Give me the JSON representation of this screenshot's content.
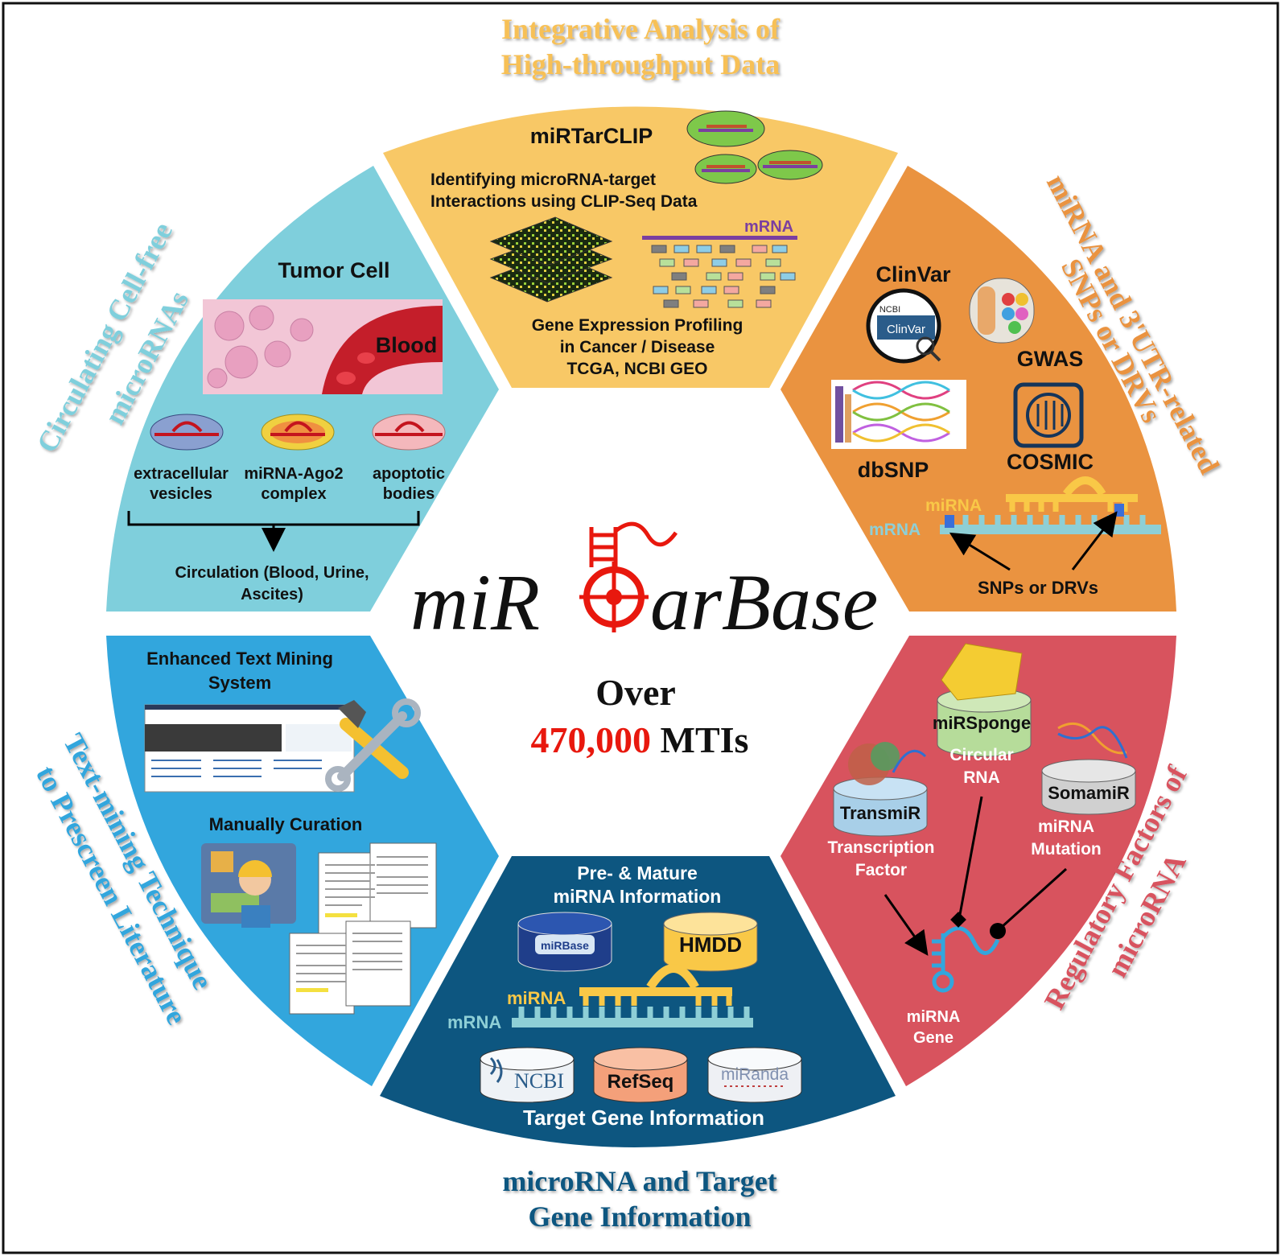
{
  "colors": {
    "top": "#f8c866",
    "topright": "#ea9340",
    "botright": "#d8535e",
    "bottom": "#0d5680",
    "botleft": "#32a6dd",
    "topleft": "#7fcfdc",
    "title_top": "#f7c056",
    "title_right": "#ea9340",
    "title_right_low": "#d8535e",
    "title_bottom": "#0d5680",
    "title_left_low": "#32a6dd",
    "title_left": "#7fcfdc",
    "highlight_red": "#e8180e",
    "mirna_yellow": "#f9c847",
    "mrna_blue": "#8ecfd6"
  },
  "center": {
    "logo": "miRTarBase",
    "logo_part1": "miR",
    "logo_part2": "arBase",
    "over": "Over",
    "count": "470,000",
    "mtis": "MTIs"
  },
  "outer_titles": {
    "top_line1": "Integrative Analysis of",
    "top_line2": "High-throughput Data",
    "right_line1": "miRNA and 3'UTR-related",
    "right_line2": "SNPs or DRVs",
    "right_low_line1": "Regulatory Factors of",
    "right_low_line2": "microRNA",
    "bottom_line1": "microRNA and Target",
    "bottom_line2": "Gene Information",
    "left_low_line1": "Text-mining Technique",
    "left_low_line2": "to Prescreen Literature",
    "left_line1": "Circulating Cell-free",
    "left_line2": "microRNAs"
  },
  "top_segment": {
    "title": "miRTarCLIP",
    "sub1": "Identifying microRNA-target",
    "sub2": "Interactions using CLIP-Seq Data",
    "mrna": "mRNA",
    "gep1": "Gene Expression Profiling",
    "gep2": "in Cancer / Disease",
    "gep3": "TCGA, NCBI GEO"
  },
  "topright_segment": {
    "clinvar": "ClinVar",
    "clinvar_badge": "ClinVar",
    "ncbi_small": "NCBI",
    "gwas": "GWAS",
    "dbsnp": "dbSNP",
    "cosmic": "COSMIC",
    "mirna": "miRNA",
    "mrna": "mRNA",
    "snps": "SNPs or DRVs"
  },
  "botright_segment": {
    "mirsponge": "miRSponge",
    "circ1": "Circular",
    "circ2": "RNA",
    "somamir": "SomamiR",
    "transmir": "TransmiR",
    "tf1": "Transcription",
    "tf2": "Factor",
    "mm1": "miRNA",
    "mm2": "Mutation",
    "gene1": "miRNA",
    "gene2": "Gene"
  },
  "bottom_segment": {
    "pre1": "Pre- & Mature",
    "pre2": "miRNA Information",
    "mirbase": "miRBase",
    "hmdd": "HMDD",
    "mirna": "miRNA",
    "mrna": "mRNA",
    "ncbi": "NCBI",
    "refseq": "RefSeq",
    "miranda": "miRanda",
    "target": "Target Gene Information"
  },
  "botleft_segment": {
    "etm1": "Enhanced Text Mining",
    "etm2": "System",
    "manual": "Manually Curation"
  },
  "topleft_segment": {
    "tumor": "Tumor Cell",
    "blood": "Blood",
    "ev1": "extracellular",
    "ev2": "vesicles",
    "ago1": "miRNA-Ago2",
    "ago2": "complex",
    "apo1": "apoptotic",
    "apo2": "bodies",
    "circ1": "Circulation (Blood, Urine,",
    "circ2": "Ascites)"
  }
}
